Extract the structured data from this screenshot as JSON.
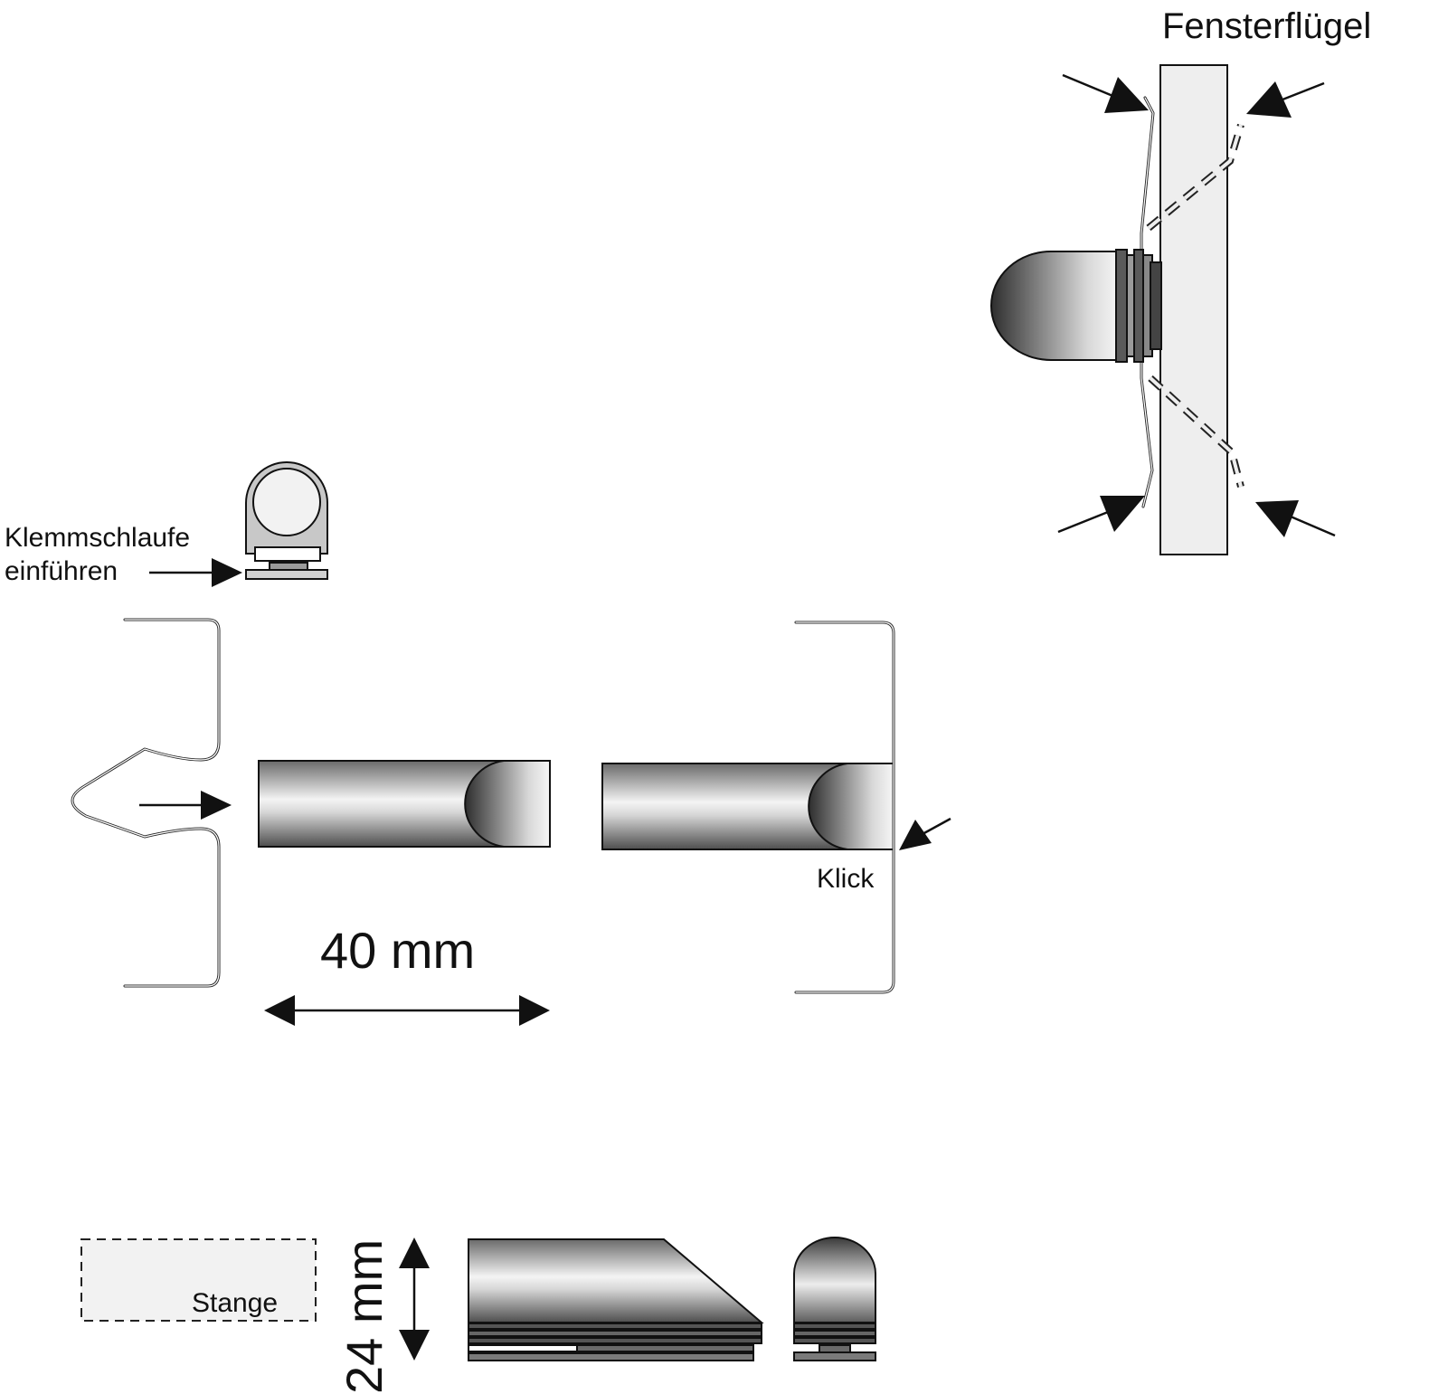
{
  "labels": {
    "sash": "Fensterflügel",
    "insert_loop_line1": "Klemmschlaufe",
    "insert_loop_line2": "einführen",
    "click": "Klick",
    "length": "40 mm",
    "rod": "Stange",
    "height": "24 mm"
  },
  "colors": {
    "line": "#111111",
    "panel_fill": "#eeeeee",
    "metal_dark": "#5a5a5a",
    "metal_light": "#f2f2f2",
    "background": "#ffffff"
  }
}
